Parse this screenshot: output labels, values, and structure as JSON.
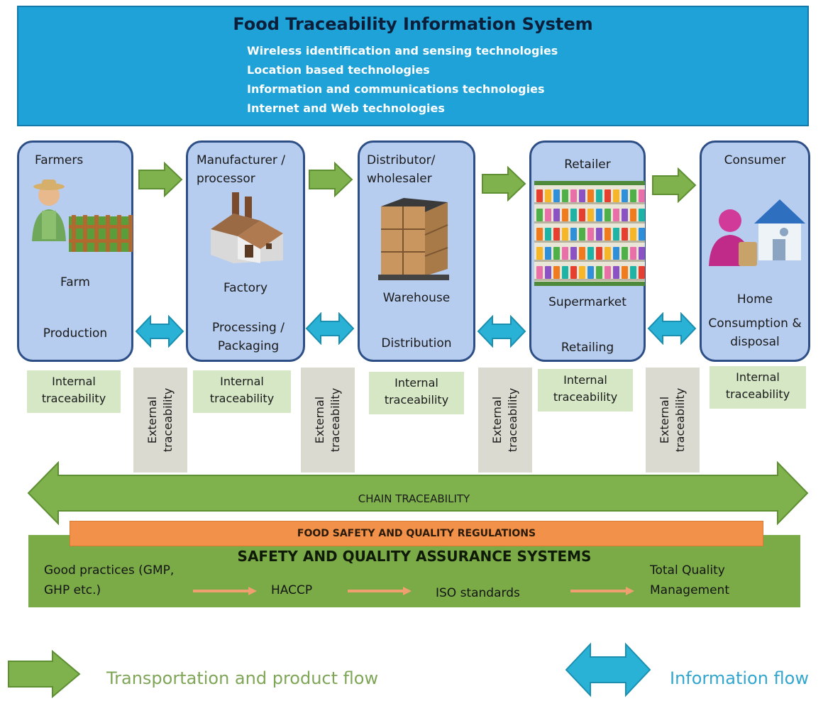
{
  "header": {
    "title": "Food Traceability Information System",
    "items": [
      "Wireless identification and sensing technologies",
      "Location based technologies",
      "Information and communications technologies",
      "Internet and Web technologies"
    ]
  },
  "stages": [
    {
      "title": "Farmers",
      "place": "Farm",
      "activity": "Production",
      "image": "farmer-farm-icon"
    },
    {
      "title": "Manufacturer / processor",
      "place": "Factory",
      "activity": "Processing / Packaging",
      "image": "factory-icon"
    },
    {
      "title": "Distributor/ wholesaler",
      "place": "Warehouse",
      "activity": "Distribution",
      "image": "warehouse-boxes-icon"
    },
    {
      "title": "Retailer",
      "place": "Supermarket",
      "activity": "Retailing",
      "image": "supermarket-shelf-icon"
    },
    {
      "title": "Consumer",
      "place": "Home",
      "activity": "Consumption & disposal",
      "image": "consumer-home-icon"
    }
  ],
  "internal_label": "Internal traceability",
  "external_label": "External traceability",
  "chain_label": "CHAIN TRACEABILITY",
  "regulations_label": "FOOD SAFETY AND QUALITY REGULATIONS",
  "qa": {
    "title": "SAFETY AND QUALITY ASSURANCE SYSTEMS",
    "steps": [
      "Good practices (GMP, GHP etc.)",
      "HACCP",
      "ISO standards",
      "Total Quality Management"
    ]
  },
  "legend": {
    "product_flow": "Transportation and product flow",
    "information_flow": "Information flow"
  },
  "colors": {
    "header_blue": "#1ea2d8",
    "stage_fill": "#b7cdf0",
    "stage_border": "#2d4f86",
    "product_arrow": "#7fb24d",
    "info_arrow": "#2ab2d6",
    "qa_green": "#7aab47",
    "regulation_orange": "#f2924a"
  }
}
